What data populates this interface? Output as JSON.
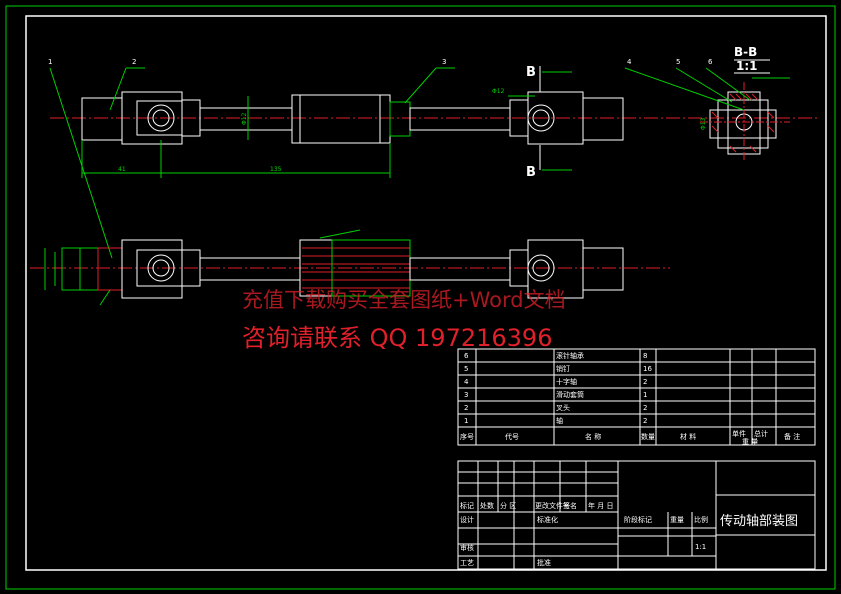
{
  "drawing": {
    "title": "传动轴部装图",
    "scale": "1:1",
    "section": {
      "label": "B-B",
      "scale": "1:1"
    },
    "cut_marks": [
      "B",
      "B"
    ],
    "balloons": [
      "1",
      "2",
      "3",
      "4",
      "5",
      "6"
    ],
    "dimensions": {
      "left_len": "41",
      "mid_len": "135",
      "dia": "Φ12",
      "dia2": "Φ12",
      "sec_dia": "Φ13"
    },
    "watermark": {
      "line1": "充值下载购买全套图纸+Word文档",
      "line2": "咨询请联系 QQ 197216396"
    }
  },
  "bom": {
    "rows": [
      {
        "no": "6",
        "name": "滚针轴承",
        "qty": "8"
      },
      {
        "no": "5",
        "name": "销钉",
        "qty": "16"
      },
      {
        "no": "4",
        "name": "十字轴",
        "qty": "2"
      },
      {
        "no": "3",
        "name": "滑动套筒",
        "qty": "1"
      },
      {
        "no": "2",
        "name": "叉头",
        "qty": "2"
      },
      {
        "no": "1",
        "name": "轴",
        "qty": "2"
      }
    ],
    "headers": [
      "序号",
      "代号",
      "名 称",
      "数量",
      "材 料",
      "单件",
      "总计",
      "备 注"
    ],
    "weight_header": "重 量"
  },
  "title_block": {
    "labels": [
      "标记",
      "处数",
      "分 区",
      "更改文件号",
      "签名",
      "年 月 日",
      "设计",
      "标准化",
      "阶段标记",
      "重量",
      "比例",
      "审核",
      "工艺",
      "批准"
    ]
  }
}
